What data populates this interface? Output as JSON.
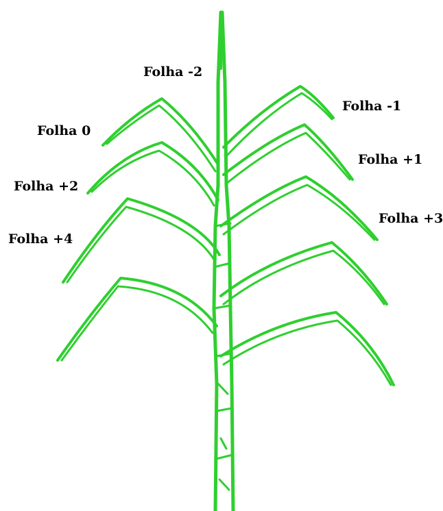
{
  "colors": {
    "plant": "#2fcf2f",
    "plant_light": "#c8f5c0",
    "label": "#000000",
    "background": "#ffffff"
  },
  "labels": {
    "folha_m2": "Folha -2",
    "folha_m1": "Folha -1",
    "folha_0": "Folha 0",
    "folha_p1": "Folha +1",
    "folha_p2": "Folha +2",
    "folha_p3": "Folha +3",
    "folha_p4": "Folha +4"
  }
}
